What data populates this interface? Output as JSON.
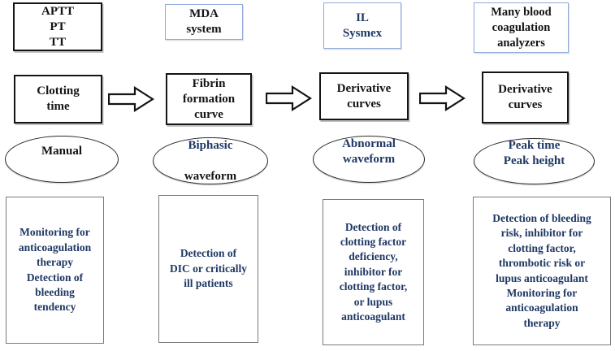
{
  "diagram": {
    "columns": [
      {
        "analyzer": "APTT\nPT\nTT",
        "method": "Clotting\ntime",
        "result_line1": "Manual",
        "result_line2": "",
        "application": "Monitoring for\nanticoagulation\ntherapy\nDetection of\nbleeding\ntendency"
      },
      {
        "analyzer": "MDA\nsystem",
        "method": "Fibrin\nformation\ncurve",
        "result_line1": "Biphasic",
        "result_line2": "waveform",
        "application": "Detection of\nDIC or critically\nill patients"
      },
      {
        "analyzer": "IL\nSysmex",
        "method": "Derivative\ncurves",
        "result_line1": "Abnormal\nwaveform",
        "result_line2": "",
        "application": "Detection of\nclotting factor\ndeficiency,\ninhibitor for\nclotting factor,\nor lupus\nanticoagulant"
      },
      {
        "analyzer": "Many blood\ncoagulation\nanalyzers",
        "method": "Derivative\ncurves",
        "result_line1": "Peak time\nPeak height",
        "result_line2": "",
        "application": "Detection of bleeding\nrisk, inhibitor for\nclotting factor,\nthrombotic risk or\nlupus anticoagulant\nMonitoring for\nanticoagulation\ntherapy"
      }
    ],
    "colors": {
      "navy_text": "#1f3864",
      "black_text": "#141414",
      "blue_box_border": "#8faadc",
      "black_box_border": "#141414",
      "gray_box_border": "#7a7a7a",
      "background": "#ffffff"
    }
  }
}
